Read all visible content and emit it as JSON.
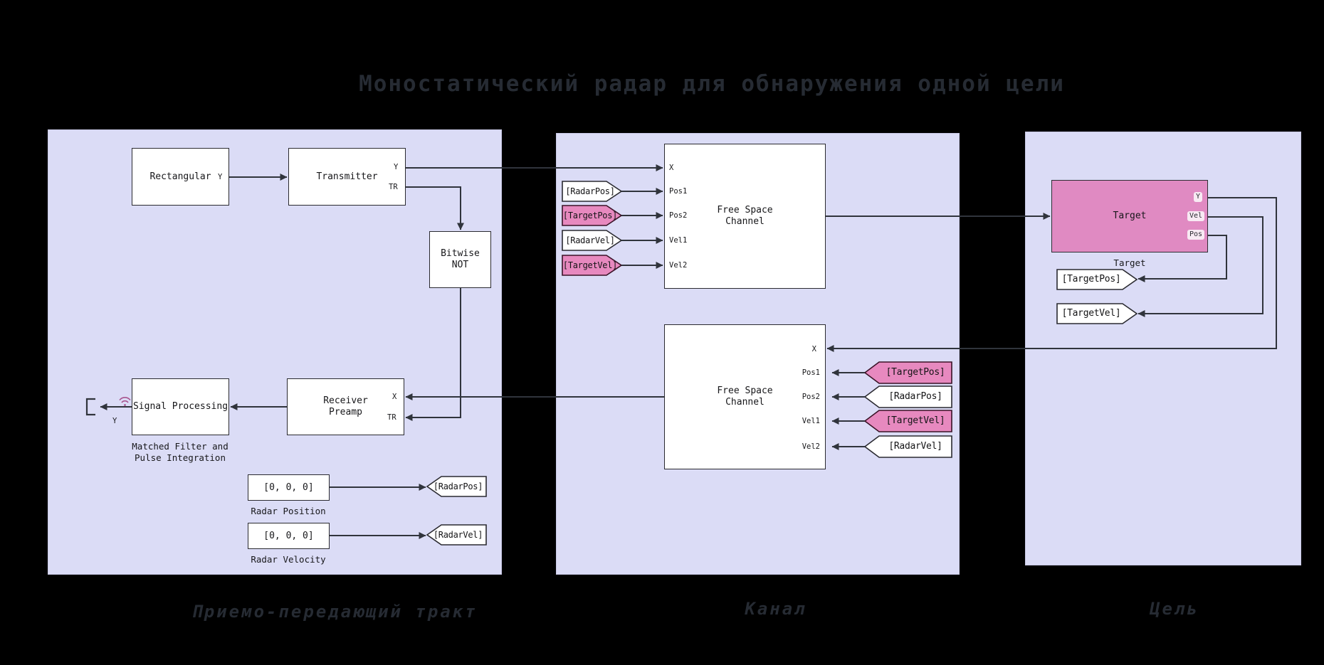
{
  "title": "Моностатический радар для обнаружения одной цели",
  "captions": {
    "transceiver": "Приемо-передающий тракт",
    "channel": "Канал",
    "target": "Цель"
  },
  "colors": {
    "region_bg": "#dbdcf6",
    "block_bg": "#ffffff",
    "pink_block": "#e08ac2",
    "pink_tag": "#e789bf",
    "wire": "#30343c",
    "wireless_icon": "#a8548e",
    "title_text": "#262b33"
  },
  "blocks": {
    "rectangular": {
      "label": "Rectangular",
      "port_out": "Y"
    },
    "transmitter": {
      "label": "Transmitter",
      "port_y": "Y",
      "port_tr": "TR"
    },
    "bitwise_not": {
      "line1": "Bitwise",
      "line2": "NOT"
    },
    "signal_processing": {
      "label": "Signal Processing",
      "caption1": "Matched Filter and",
      "caption2": "Pulse Integration",
      "output_label": "Y"
    },
    "receiver_preamp": {
      "line1": "Receiver",
      "line2": "Preamp",
      "port_x": "X",
      "port_tr": "TR"
    },
    "radar_position": {
      "value": "[0, 0, 0]",
      "caption": "Radar Position"
    },
    "radar_velocity": {
      "value": "[0, 0, 0]",
      "caption": "Radar Velocity"
    },
    "fsc1": {
      "line1": "Free Space",
      "line2": "Channel",
      "ports": [
        "X",
        "Pos1",
        "Pos2",
        "Vel1",
        "Vel2"
      ]
    },
    "fsc2": {
      "line1": "Free Space",
      "line2": "Channel",
      "ports": [
        "X",
        "Pos1",
        "Pos2",
        "Vel1",
        "Vel2"
      ]
    },
    "target": {
      "label": "Target",
      "caption": "Target",
      "ports": [
        "Y",
        "Vel",
        "Pos"
      ]
    }
  },
  "tags": {
    "left_radar_pos": "[RadarPos]",
    "left_radar_vel": "[RadarVel]",
    "ch1": [
      "[RadarPos]",
      "[TargetPos]",
      "[RadarVel]",
      "[TargetVel]"
    ],
    "ch2": [
      "[TargetPos]",
      "[RadarPos]",
      "[TargetVel]",
      "[RadarVel]"
    ],
    "tgt_pos": "[TargetPos]",
    "tgt_vel": "[TargetVel]"
  }
}
